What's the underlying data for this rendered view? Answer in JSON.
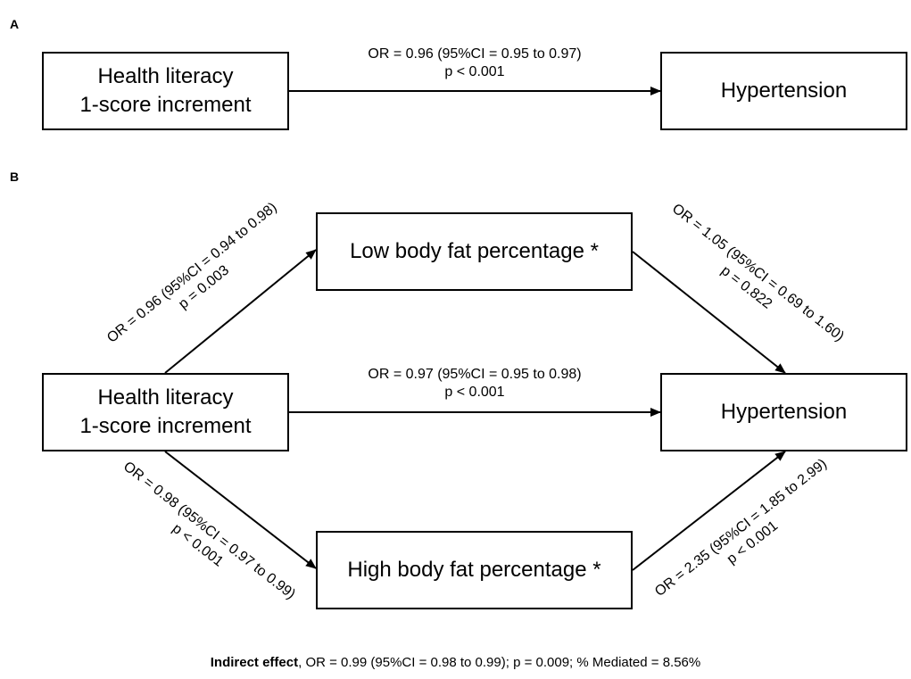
{
  "panel_a": {
    "letter": "A",
    "exposure_line1": "Health literacy",
    "exposure_line2": "1-score increment",
    "outcome": "Hypertension",
    "direct_or": "OR = 0.96 (95%CI = 0.95 to 0.97)",
    "direct_p": "p < 0.001"
  },
  "panel_b": {
    "letter": "B",
    "exposure_line1": "Health literacy",
    "exposure_line2": "1-score increment",
    "outcome": "Hypertension",
    "mediator_low": "Low body fat percentage *",
    "mediator_high": "High body fat percentage *",
    "direct_or": "OR = 0.97 (95%CI = 0.95 to 0.98)",
    "direct_p": "p < 0.001",
    "path_hl_low_or": "OR = 0.96 (95%CI = 0.94 to 0.98)",
    "path_hl_low_p": "p = 0.003",
    "path_low_ht_or": "OR = 1.05 (95%CI = 0.69 to 1.60)",
    "path_low_ht_p": "p = 0.822",
    "path_hl_high_or": "OR = 0.98 (95%CI = 0.97 to 0.99)",
    "path_hl_high_p": "p < 0.001",
    "path_high_ht_or": "OR = 2.35 (95%CI = 1.85 to 2.99)",
    "path_high_ht_p": "p < 0.001"
  },
  "footer": {
    "bold": "Indirect effect",
    "rest": ", OR = 0.99 (95%CI = 0.98 to 0.99); p = 0.009; % Mediated = 8.56%"
  }
}
